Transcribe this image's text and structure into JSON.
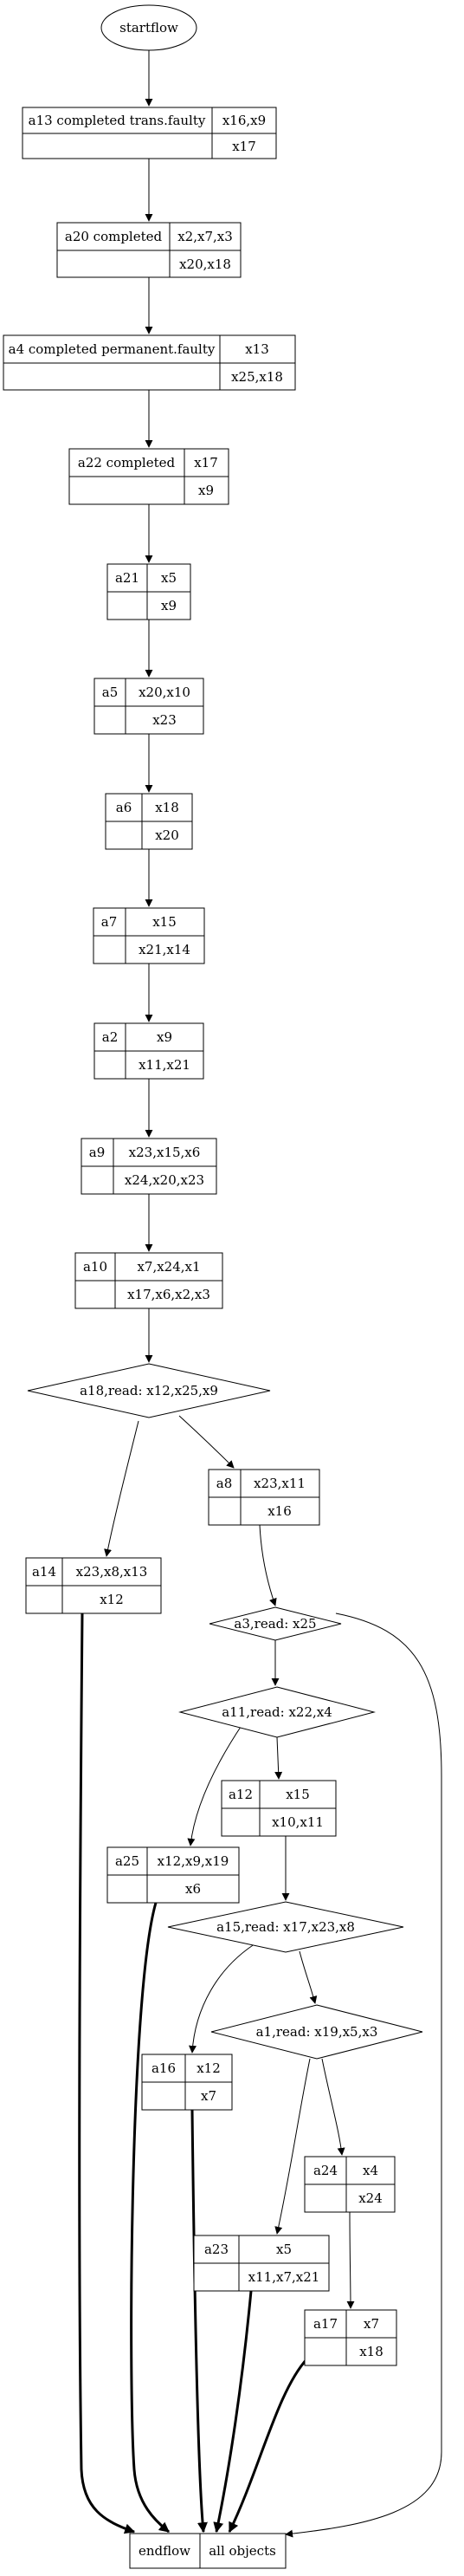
{
  "start": {
    "label": "startflow"
  },
  "nodes": {
    "a13": {
      "name": "a13 completed trans.faulty",
      "top": "x16,x9",
      "bottom": "x17"
    },
    "a20": {
      "name": "a20 completed",
      "top": "x2,x7,x3",
      "bottom": "x20,x18"
    },
    "a4": {
      "name": "a4 completed permanent.faulty",
      "top": "x13",
      "bottom": "x25,x18"
    },
    "a22": {
      "name": "a22 completed",
      "top": "x17",
      "bottom": "x9"
    },
    "a21": {
      "name": "a21",
      "top": "x5",
      "bottom": "x9"
    },
    "a5": {
      "name": "a5",
      "top": "x20,x10",
      "bottom": "x23"
    },
    "a6": {
      "name": "a6",
      "top": "x18",
      "bottom": "x20"
    },
    "a7": {
      "name": "a7",
      "top": "x15",
      "bottom": "x21,x14"
    },
    "a2": {
      "name": "a2",
      "top": "x9",
      "bottom": "x11,x21"
    },
    "a9": {
      "name": "a9",
      "top": "x23,x15,x6",
      "bottom": "x24,x20,x23"
    },
    "a10": {
      "name": "a10",
      "top": "x7,x24,x1",
      "bottom": "x17,x6,x2,x3"
    },
    "a8": {
      "name": "a8",
      "top": "x23,x11",
      "bottom": "x16"
    },
    "a14": {
      "name": "a14",
      "top": "x23,x8,x13",
      "bottom": "x12"
    },
    "a12": {
      "name": "a12",
      "top": "x15",
      "bottom": "x10,x11"
    },
    "a25": {
      "name": "a25",
      "top": "x12,x9,x19",
      "bottom": "x6"
    },
    "a16": {
      "name": "a16",
      "top": "x12",
      "bottom": "x7"
    },
    "a24": {
      "name": "a24",
      "top": "x4",
      "bottom": "x24"
    },
    "a23": {
      "name": "a23",
      "top": "x5",
      "bottom": "x11,x7,x21"
    },
    "a17": {
      "name": "a17",
      "top": "x7",
      "bottom": "x18"
    }
  },
  "decisions": {
    "a18": "a18,read: x12,x25,x9",
    "a3": "a3,read: x25",
    "a11": "a11,read: x22,x4",
    "a15": "a15,read: x17,x23,x8",
    "a1": "a1,read: x19,x5,x3"
  },
  "end": {
    "left": "endflow",
    "right": "all objects"
  }
}
